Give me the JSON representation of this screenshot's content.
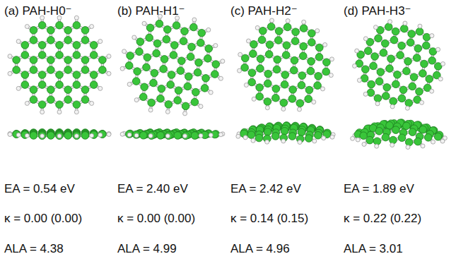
{
  "diagram": {
    "labels": [
      "(a) PAH-H0⁻",
      "(b) PAH-H1⁻",
      "(c) PAH-H2⁻",
      "(d) PAH-H3⁻",
      "EA = 0.54 eV",
      "EA = 2.40 eV",
      "EA = 2.42 eV",
      "EA = 1.89 eV",
      "κ = 0.00 (0.00)",
      "κ = 0.00 (0.00)",
      "κ = 0.14 (0.15)",
      "κ = 0.22 (0.22)",
      "ALA = 4.38",
      "ALA = 4.99",
      "ALA = 4.96",
      "ALA = 3.01"
    ]
  }
}
